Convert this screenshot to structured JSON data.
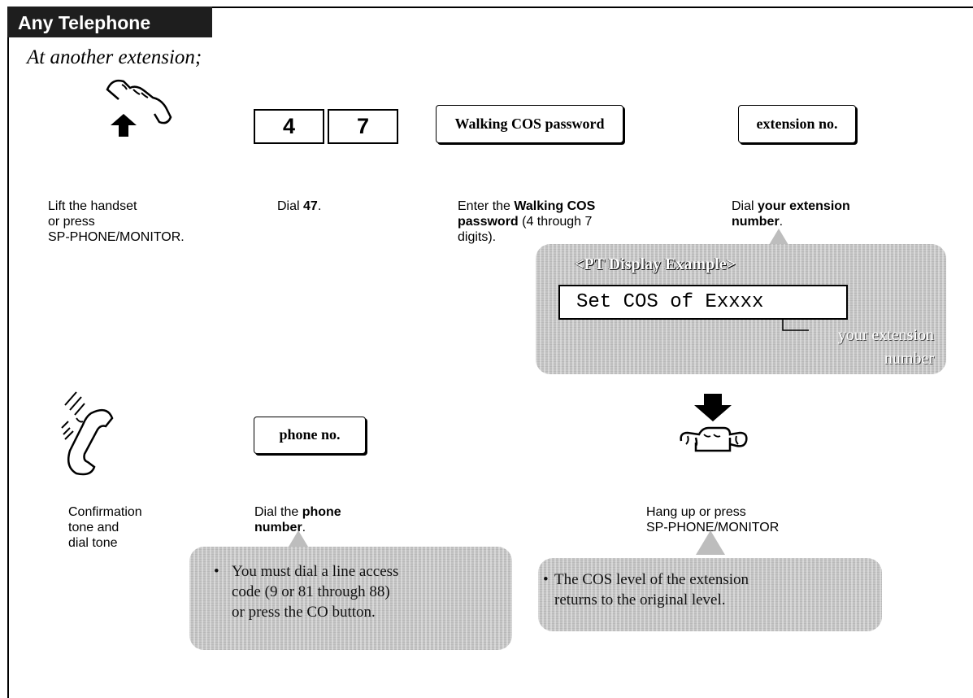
{
  "header": {
    "title": "Any Telephone"
  },
  "subtitle": "At another extension;",
  "step1": {
    "line1": "Lift the handset",
    "line2": "or press",
    "line3": "SP-PHONE/MONITOR."
  },
  "step2": {
    "key1": "4",
    "key2": "7",
    "pre": "Dial ",
    "bold": "47",
    "post": "."
  },
  "step3": {
    "box": "Walking COS password",
    "pre": "Enter the ",
    "bold1": "Walking COS",
    "bold2": "password",
    "post1": " (4 through 7",
    "post2": "digits)."
  },
  "step4": {
    "box": "extension no.",
    "pre": "Dial ",
    "bold1": "your extension",
    "bold2": "number",
    "post": "."
  },
  "display_callout": {
    "title": "<PT Display Example>",
    "screen": "Set COS of Exxxx",
    "note_line1": "your extension",
    "note_line2": "number"
  },
  "step5": {
    "line1": "Confirmation",
    "line2": "tone and",
    "line3": "dial tone"
  },
  "step6": {
    "box": "phone no.",
    "pre": "Dial the ",
    "bold1": "phone",
    "bold2": "number",
    "post": "."
  },
  "step7": {
    "line1": "Hang up or press",
    "line2": "SP-PHONE/MONITOR"
  },
  "note1": {
    "bullet": "•",
    "line1": "You must dial a line access",
    "line2": "code (9 or 81 through 88)",
    "line3": "or press the CO button."
  },
  "note2": {
    "bullet": "•",
    "line1": "The COS level of the extension",
    "line2": "returns to the original level."
  },
  "icons": {
    "offhook": "handset-lift-icon",
    "tone": "handset-tone-icon",
    "onhook": "handset-hangup-icon"
  }
}
